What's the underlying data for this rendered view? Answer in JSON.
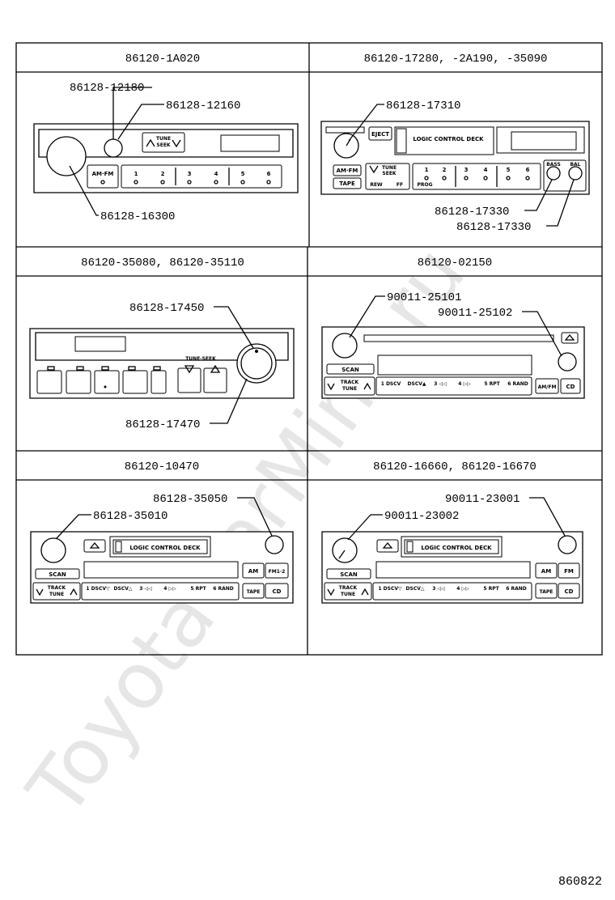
{
  "watermark": "ToyotaCarMine.ru",
  "sheet_ref": "860822",
  "panels": [
    {
      "header": "86120-1A020",
      "callouts": [
        "86128-12180",
        "86128-12160",
        "86128-16300"
      ],
      "labels": {
        "tune": "TUNE",
        "seek": "SEEK",
        "amfm": "AM·FM",
        "presets": [
          "1",
          "2",
          "3",
          "4",
          "5",
          "6"
        ]
      }
    },
    {
      "header": "86120-17280, -2A190, -35090",
      "callouts": [
        "86128-17310",
        "86128-17330",
        "86128-17330"
      ],
      "labels": {
        "eject": "EJECT",
        "deck": "LOGIC CONTROL DECK",
        "amfm": "AM·FM",
        "tape": "TAPE",
        "tune": "TUNE",
        "seek": "SEEK",
        "rew": "REW",
        "ff": "FF",
        "prog": "PROG",
        "presets": [
          "1",
          "2",
          "3",
          "4",
          "5",
          "6"
        ],
        "bass": "BASS",
        "bal": "BAL"
      }
    },
    {
      "header": "86120-35080, 86120-35110",
      "callouts": [
        "86128-17450",
        "86128-17470"
      ],
      "labels": {
        "tuneseek": "TUNE·SEEK"
      }
    },
    {
      "header": "86120-02150",
      "callouts": [
        "90011-25101",
        "90011-25102"
      ],
      "labels": {
        "scan": "SCAN",
        "track": "TRACK",
        "tune": "TUNE",
        "amfm": "AM/FM",
        "cd": "CD",
        "b1": "1 DSCV",
        "b2": "DSCV▲",
        "b3": "3 ◁◁",
        "b4": "4 ▷▷",
        "b5": "5 RPT",
        "b6": "6 RAND"
      }
    },
    {
      "header": "86120-10470",
      "callouts": [
        "86128-35050",
        "86128-35010"
      ],
      "labels": {
        "deck": "LOGIC CONTROL DECK",
        "scan": "SCAN",
        "track": "TRACK",
        "tune": "TUNE",
        "am": "AM",
        "fm": "FM1·2",
        "tape": "TAPE",
        "cd": "CD",
        "b1": "1 DSCV▽",
        "b2": "DSCV△",
        "b3": "3 ◁◁",
        "b4": "4 ▷▷",
        "b5": "5 RPT",
        "b6": "6 RAND"
      }
    },
    {
      "header": "86120-16660, 86120-16670",
      "callouts": [
        "90011-23001",
        "90011-23002"
      ],
      "labels": {
        "deck": "LOGIC CONTROL DECK",
        "scan": "SCAN",
        "track": "TRACK",
        "tune": "TUNE",
        "am": "AM",
        "fm": "FM",
        "tape": "TAPE",
        "cd": "CD",
        "b1": "1 DSCV▽",
        "b2": "DSCV△",
        "b3": "3 ◁◁",
        "b4": "4 ▷▷",
        "b5": "5 RPT",
        "b6": "6 RAND"
      }
    }
  ]
}
